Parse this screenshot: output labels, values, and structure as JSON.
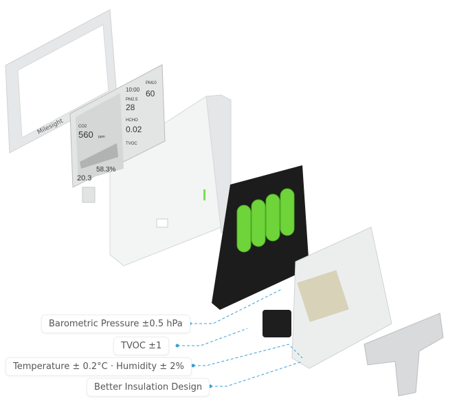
{
  "brand": {
    "logo_text": "Milesight"
  },
  "lcd": {
    "time": "10:00",
    "co2_label": "CO2",
    "co2_value": "560",
    "co2_unit": "ppm",
    "pm25_label": "PM2.5",
    "pm25_value": "28",
    "pm10_label": "PM10",
    "pm10_value": "60",
    "hcho_label": "HCHO",
    "hcho_value": "0.02",
    "tvoc_label": "TVOC",
    "temperature_value": "20.3",
    "humidity_value": "58.3%"
  },
  "callouts": [
    {
      "label": "Barometric Pressure ±0.5 hPa"
    },
    {
      "label": "TVOC ±1"
    },
    {
      "label": "Temperature ± 0.2°C  · Humidity ± 2%"
    },
    {
      "label": "Better Insulation Design"
    }
  ],
  "colors": {
    "accent": "#3a9fd6",
    "battery": "#6fd43a",
    "pcb": "#1c1c1c",
    "status_led": "#7be04a"
  }
}
